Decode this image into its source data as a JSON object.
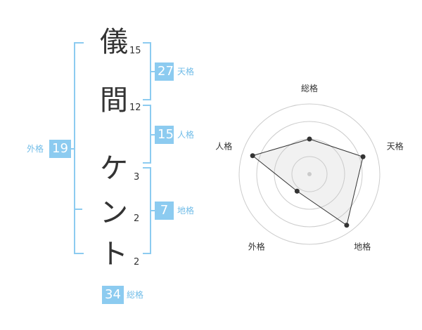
{
  "name_chars": [
    {
      "char": "儀",
      "strokes": "15"
    },
    {
      "char": "間",
      "strokes": "12"
    },
    {
      "char": "ケ",
      "strokes": "3"
    },
    {
      "char": "ン",
      "strokes": "2"
    },
    {
      "char": "ト",
      "strokes": "2"
    }
  ],
  "tenkaku": {
    "value": "27",
    "label": "天格"
  },
  "jinkaku": {
    "value": "15",
    "label": "人格"
  },
  "chikaku": {
    "value": "7",
    "label": "地格"
  },
  "gaikaku": {
    "value": "19",
    "label": "外格"
  },
  "soukaku": {
    "value": "34",
    "label": "総格"
  },
  "colors": {
    "accent": "#8ccbf0",
    "accent_text": "#72bde8",
    "text": "#333333"
  },
  "chart_data": {
    "type": "radar",
    "axes": [
      "総格",
      "天格",
      "地格",
      "外格",
      "人格"
    ],
    "values": [
      0.5,
      0.8,
      0.9,
      0.3,
      0.85
    ],
    "rings": 4,
    "range": [
      0,
      1
    ]
  }
}
